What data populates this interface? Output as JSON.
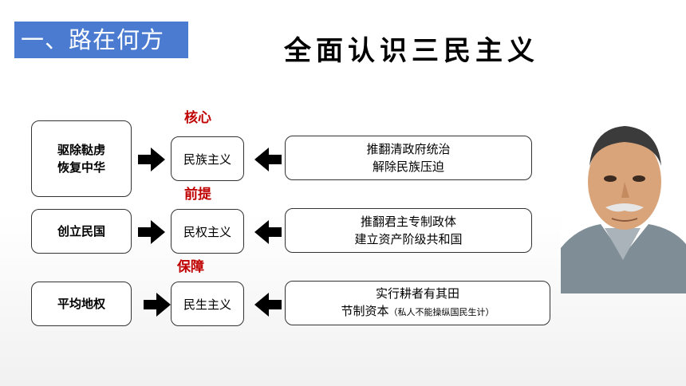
{
  "section_tag": "一、路在何方",
  "title": "全面认识三民主义",
  "rows": [
    {
      "left": [
        "驱除鞑虏",
        "恢复中华"
      ],
      "label": "核心",
      "principle": "民族主义",
      "right": [
        "推翻清政府统治",
        "解除民族压迫"
      ],
      "note": ""
    },
    {
      "left": [
        "创立民国"
      ],
      "label": "前提",
      "principle": "民权主义",
      "right": [
        "推翻君主专制政体",
        "建立资产阶级共和国"
      ],
      "note": ""
    },
    {
      "left": [
        "平均地权"
      ],
      "label": "保障",
      "principle": "民生主义",
      "right": [
        "实行耕者有其田",
        "节制资本"
      ],
      "note": "（私人不能操纵国民生计）"
    }
  ],
  "colors": {
    "section_bg": "#4a7bd0",
    "label_red": "#c00000"
  },
  "portrait": {
    "icon": "portrait-image"
  }
}
